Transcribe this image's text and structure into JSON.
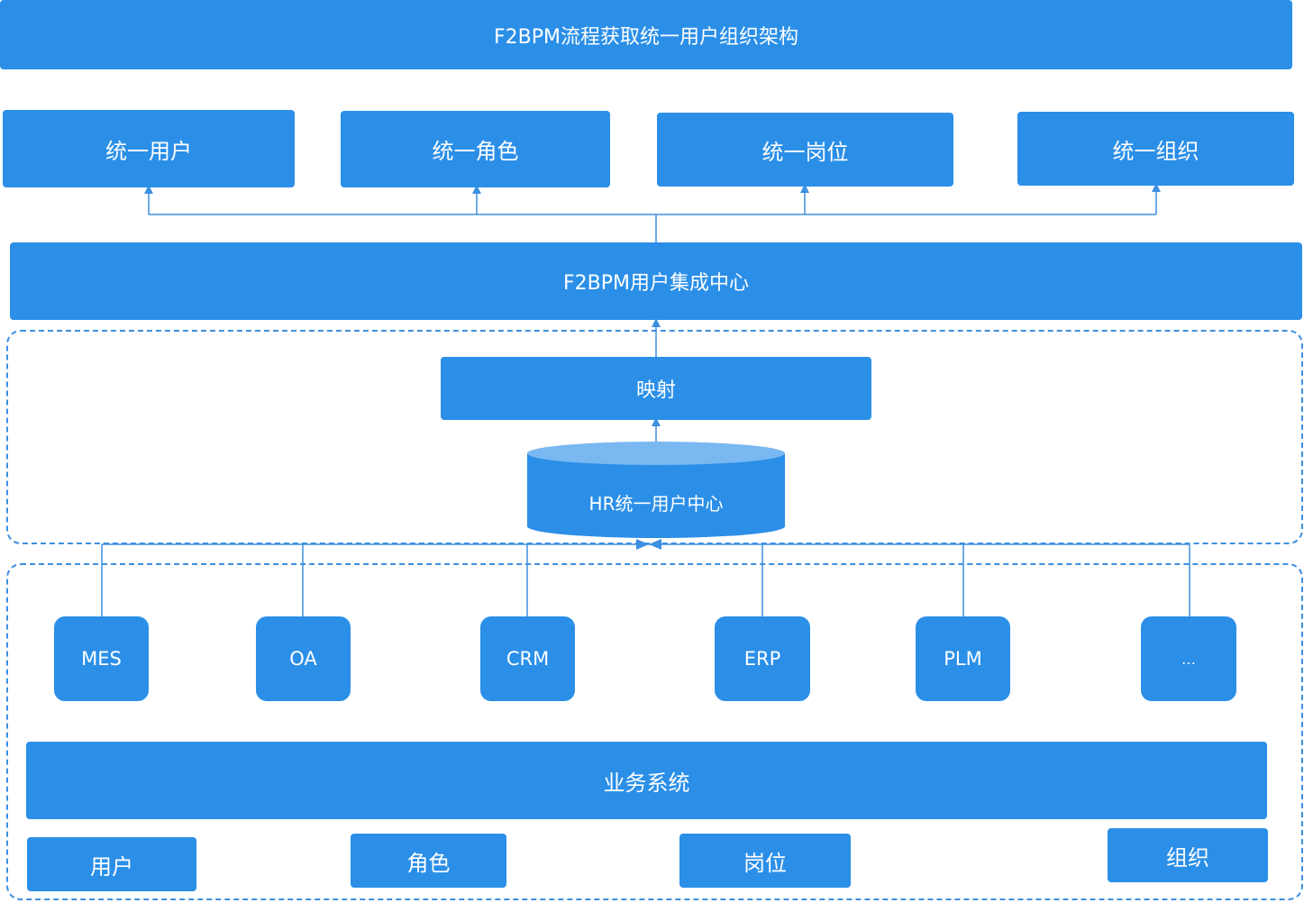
{
  "title": "F2BPM流程获取统一用户组织架构",
  "top_items": [
    "统一用户",
    "统一角色",
    "统一岗位",
    "统一组织"
  ],
  "integration_center": "F2BPM用户集成中心",
  "mapping": "映射",
  "hr_center": "HR统一用户中心",
  "systems": [
    "MES",
    "OA",
    "CRM",
    "ERP",
    "PLM",
    "…"
  ],
  "business_system": "业务系统",
  "bottom_items": [
    "用户",
    "角色",
    "岗位",
    "组织"
  ],
  "colors": {
    "box": "#2b8fe8",
    "db_top": "#7ab8f1",
    "line": "#3d8fe0"
  }
}
